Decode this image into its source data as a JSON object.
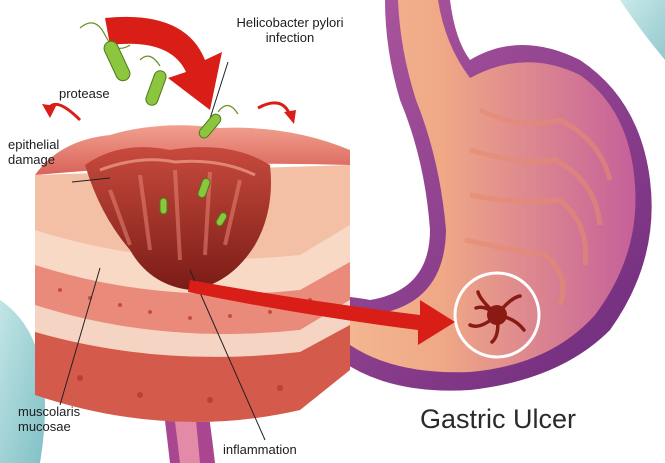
{
  "title": "Gastric Ulcer",
  "labels": {
    "h_pylori": [
      "Helicobacter pylori",
      "infection"
    ],
    "protease": "protease",
    "epithelial": [
      "epithelial",
      "damage"
    ],
    "muscularis": [
      "muscolaris",
      "mucosae"
    ],
    "inflammation": "inflammation"
  },
  "colors": {
    "stomach_outer": "#8b3a8f",
    "stomach_inner": "#f2b58c",
    "arrow_red": "#d81e17",
    "tissue_pink": "#e98a7a",
    "bacteria_green": "#8cc63f",
    "background_teal": "#7fc3c6"
  }
}
